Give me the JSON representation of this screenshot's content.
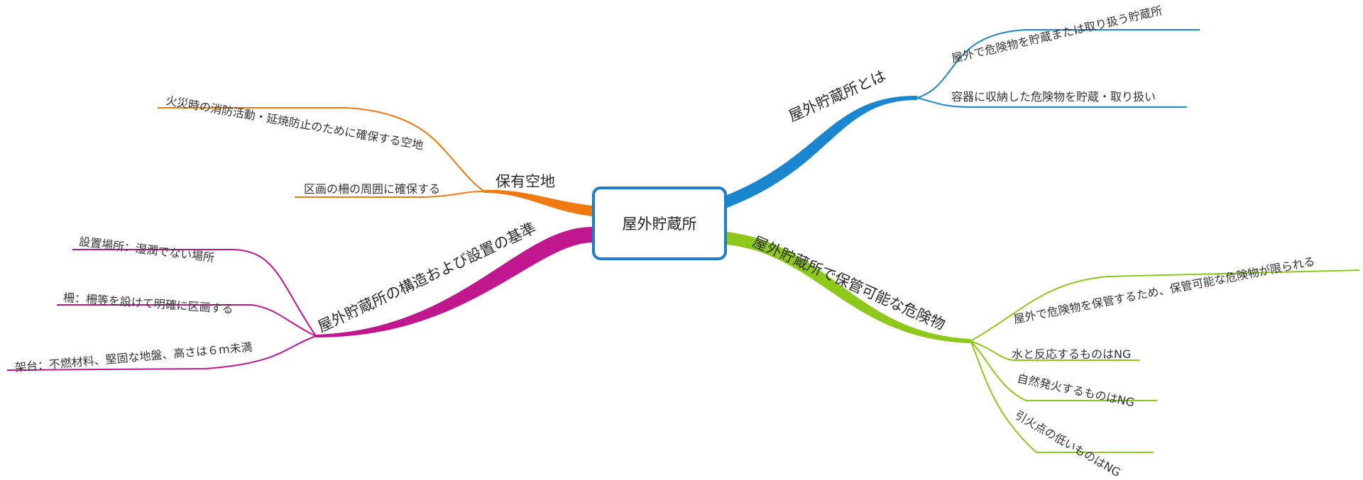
{
  "center": {
    "label": "屋外貯蔵所"
  },
  "colors": {
    "blue": "#1a86cf",
    "orange": "#f07a10",
    "magenta": "#c0168e",
    "lime": "#8dc81b",
    "center_border": "#1a7fc8"
  },
  "branches": {
    "definition": {
      "label": "屋外貯蔵所とは",
      "children": [
        "屋外で危険物を貯蔵または取り扱う貯蔵所",
        "容器に収納した危険物を貯蔵・取り扱い"
      ]
    },
    "open_space": {
      "label": "保有空地",
      "children": [
        "火災時の消防活動・延焼防止のために確保する空地",
        "区画の柵の周囲に確保する"
      ]
    },
    "structure": {
      "label": "屋外貯蔵所の構造および設置の基準",
      "children": [
        "設置場所：湿潤でない場所",
        "柵：柵等を設けて明確に区画する",
        "架台：不燃材料、堅固な地盤、高さは６m未満"
      ]
    },
    "storable": {
      "label": "屋外貯蔵所で保管可能な危険物",
      "children": [
        "屋外で危険物を保管するため、保管可能な危険物が限られる",
        "水と反応するものはNG",
        "自然発火するものはNG",
        "引火点の低いものはNG"
      ]
    }
  }
}
